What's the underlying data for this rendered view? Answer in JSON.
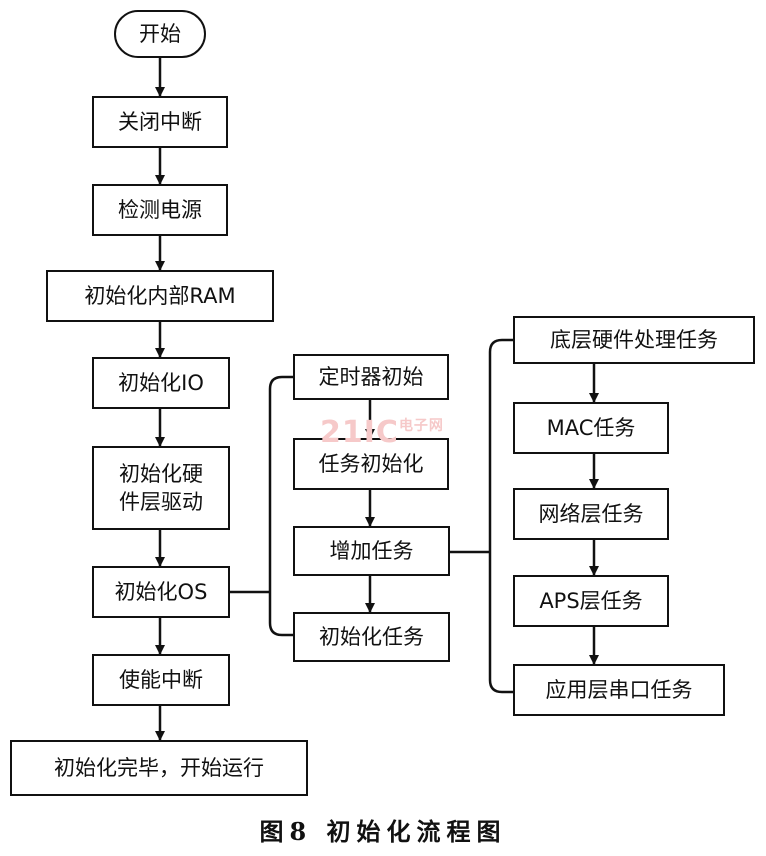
{
  "nodes": {
    "start": "开始",
    "disable_interrupts": "关闭中断",
    "check_power": "检测电源",
    "init_ram": "初始化内部RAM",
    "init_io": "初始化IO",
    "init_hw_driver": [
      "初始化硬",
      "件层驱动"
    ],
    "init_os": "初始化OS",
    "enable_interrupts": "使能中断",
    "init_done": "初始化完毕，开始运行",
    "timer_init": "定时器初始",
    "task_init": "任务初始化",
    "add_task": "增加任务",
    "init_task": "初始化任务",
    "hw_task": "底层硬件处理任务",
    "mac_task": "MAC任务",
    "network_task": "网络层任务",
    "aps_task": "APS层任务",
    "app_serial_task": "应用层串口任务"
  },
  "watermark": {
    "main": "21IC",
    "small": "电子网"
  },
  "caption": "图8 初始化流程图",
  "colors": {
    "line": "#111111",
    "watermark": "#f6c9c9"
  }
}
